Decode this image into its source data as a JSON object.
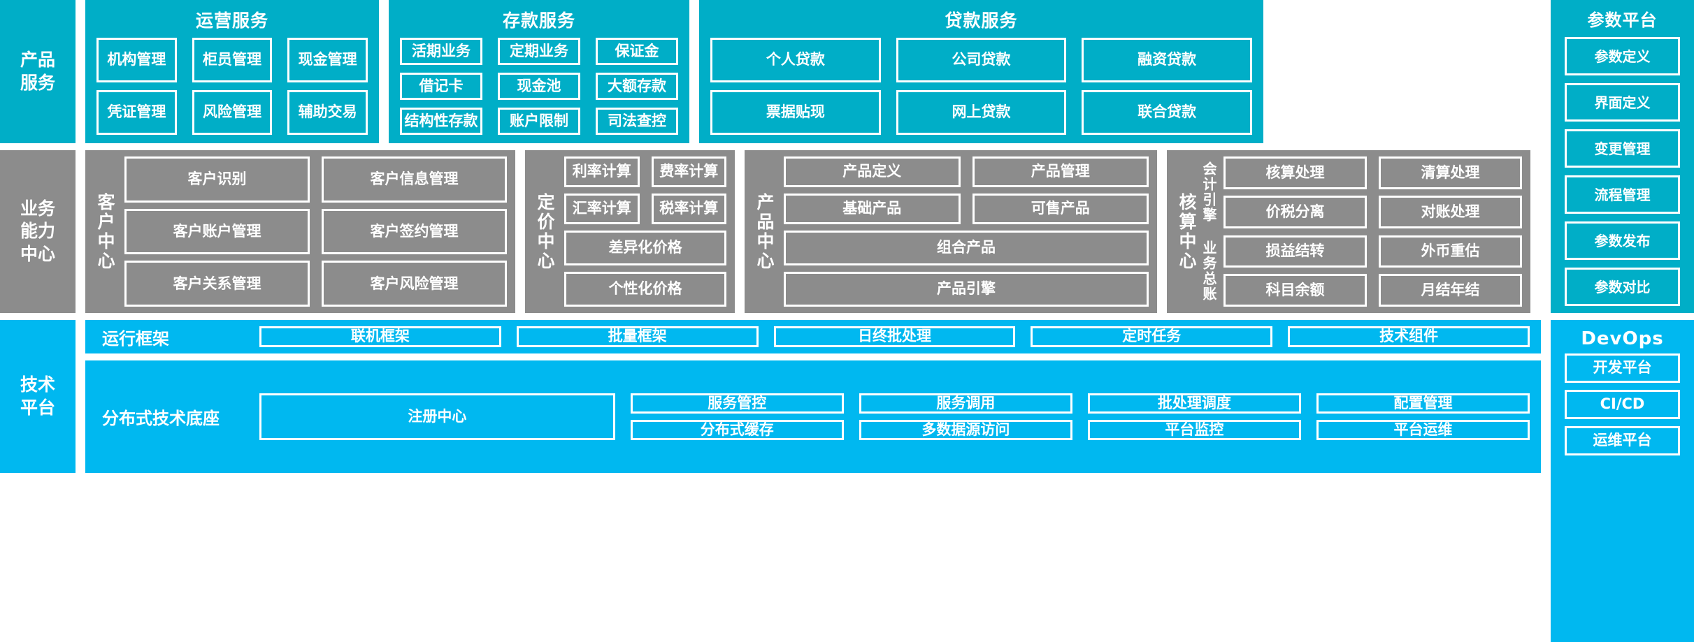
{
  "colors": {
    "teal": "#00AEC7",
    "gray": "#8C8C8C",
    "blue": "#00B8F0",
    "border": "#FFFFFF"
  },
  "layers": {
    "product_services": {
      "rail_label": "产品\n服务",
      "groups": [
        {
          "title": "运营服务",
          "items": [
            "机构管理",
            "柜员管理",
            "现金管理",
            "凭证管理",
            "风险管理",
            "辅助交易"
          ]
        },
        {
          "title": "存款服务",
          "items": [
            "活期业务",
            "定期业务",
            "保证金",
            "借记卡",
            "现金池",
            "大额存款",
            "结构性存款",
            "账户限制",
            "司法查控"
          ]
        },
        {
          "title": "贷款服务",
          "items": [
            "个人贷款",
            "公司贷款",
            "融资贷款",
            "票据贴现",
            "网上贷款",
            "联合贷款"
          ]
        }
      ]
    },
    "business_capability": {
      "rail_label": "业务\n能力\n中心",
      "centers": [
        {
          "name": "客户中心",
          "rows": [
            [
              "客户识别",
              "客户信息管理"
            ],
            [
              "客户账户管理",
              "客户签约管理"
            ],
            [
              "客户关系管理",
              "客户风险管理"
            ]
          ]
        },
        {
          "name": "定价中心",
          "rows": [
            [
              "利率计算",
              "费率计算"
            ],
            [
              "汇率计算",
              "税率计算"
            ]
          ],
          "wide": [
            "差异化价格",
            "个性化价格"
          ]
        },
        {
          "name": "产品中心",
          "rows": [
            [
              "产品定义",
              "产品管理"
            ],
            [
              "基础产品",
              "可售产品"
            ]
          ],
          "wide": [
            "组合产品",
            "产品引擎"
          ]
        },
        {
          "name": "核算中心",
          "subgroups": [
            {
              "label": "会计引擎",
              "items": [
                "核算处理",
                "清算处理",
                "价税分离",
                "对账处理"
              ]
            },
            {
              "label": "业务总账",
              "items": [
                "损益结转",
                "外币重估",
                "科目余额",
                "月结年结"
              ]
            }
          ]
        }
      ]
    },
    "technical_platform": {
      "rail_label": "技术\n平台",
      "bands": [
        {
          "label": "运行框架",
          "items": [
            "联机框架",
            "批量框架",
            "日终批处理",
            "定时任务",
            "技术组件"
          ]
        },
        {
          "label": "分布式技术底座",
          "feature": "注册中心",
          "items": [
            "服务管控",
            "服务调用",
            "批处理调度",
            "配置管理",
            "分布式缓存",
            "多数据源访问",
            "平台监控",
            "平台运维"
          ]
        }
      ]
    },
    "parameter_platform": {
      "title": "参数平台",
      "items": [
        "参数定义",
        "界面定义",
        "变更管理",
        "流程管理",
        "参数发布",
        "参数对比"
      ]
    },
    "devops": {
      "title": "DevOps",
      "items": [
        "开发平台",
        "CI/CD",
        "运维平台"
      ]
    }
  }
}
